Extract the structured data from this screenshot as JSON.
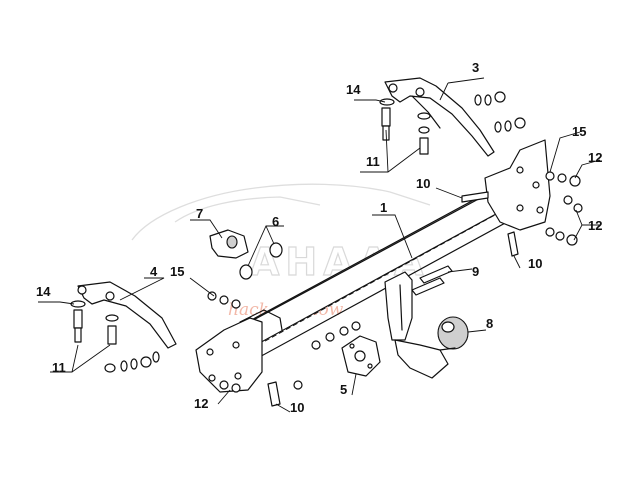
{
  "watermark": {
    "brand": "AHAAA",
    "tagline": "hack and tow"
  },
  "callouts": {
    "c1": "1",
    "c3": "3",
    "c4": "4",
    "c5": "5",
    "c6": "6",
    "c7": "7",
    "c8": "8",
    "c9": "9",
    "c10a": "10",
    "c10b": "10",
    "c10c": "10",
    "c11a": "11",
    "c11b": "11",
    "c12a": "12",
    "c12b": "12",
    "c12c": "12",
    "c14a": "14",
    "c14b": "14",
    "c15a": "15",
    "c15b": "15"
  }
}
